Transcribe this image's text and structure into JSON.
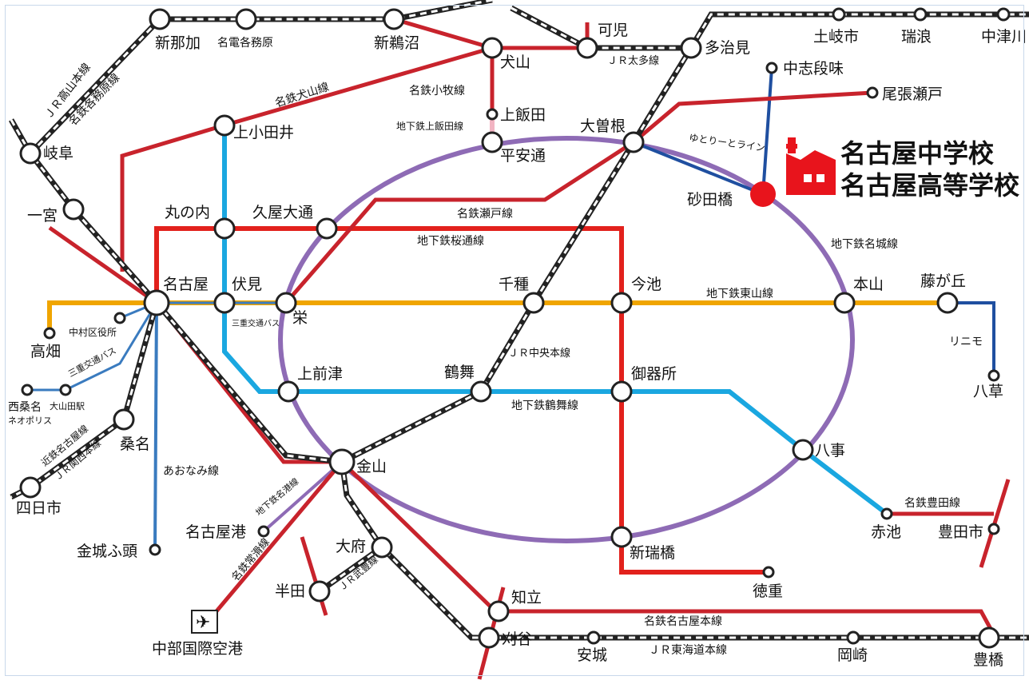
{
  "school": {
    "line1": "名古屋中学校",
    "line2": "名古屋高等学校",
    "station": "砂田橋"
  },
  "stations": {
    "shinnaka": "新那加",
    "meidenkakamigahara": "名電各務原",
    "shinunuma": "新鵜沼",
    "kani": "可児",
    "tajimi": "多治見",
    "tokishi": "土岐市",
    "mizunami": "瑞浪",
    "nakatsugawa": "中津川",
    "inuyama": "犬山",
    "kamiiida": "上飯田",
    "heianddori": "平安通",
    "ozone": "大曽根",
    "nakashidami": "中志段味",
    "owariseto": "尾張瀬戸",
    "gifu": "岐阜",
    "ichinomiya": "一宮",
    "kamiotai": "上小田井",
    "marunouchi": "丸の内",
    "hisayaodori": "久屋大通",
    "nagoya": "名古屋",
    "fushimi": "伏見",
    "sakae": "栄",
    "chikusa": "千種",
    "imaike": "今池",
    "motoyama": "本山",
    "fujigaoka": "藤が丘",
    "yagusa": "八草",
    "takabata": "高畑",
    "nakakuyakusho": "中村区役所",
    "kamimaezu": "上前津",
    "tsurumai": "鶴舞",
    "gokiso": "御器所",
    "yagoto": "八事",
    "akaike": "赤池",
    "toyotashi": "豊田市",
    "nishikuwana": "西桑名",
    "nishikuwana_sub": "ネオポリス",
    "oyamadaeki": "大山田駅",
    "kuwana": "桑名",
    "yokkaichi": "四日市",
    "kanayama": "金山",
    "nagoyako": "名古屋港",
    "kinjofuto": "金城ふ頭",
    "obu": "大府",
    "handa": "半田",
    "chiryu": "知立",
    "kariya": "刈谷",
    "anjo": "安城",
    "okazaki": "岡崎",
    "toyohashi": "豊橋",
    "shinmizuhashi": "新瑞橋",
    "tokushige": "徳重",
    "airport": "中部国際空港"
  },
  "lines": {
    "jr_takayama": "ＪＲ高山本線",
    "meitetsu_kakamigahara": "名鉄各務原線",
    "jr_taita": "ＪＲ太多線",
    "meitetsu_komaki": "名鉄小牧線",
    "kamiiida_line": "地下鉄上飯田線",
    "meitetsu_inuyama": "名鉄犬山線",
    "yutorito": "ゆとりーとライン",
    "meitetsu_seto": "名鉄瀬戸線",
    "sakuradori": "地下鉄桜通線",
    "meijo": "地下鉄名城線",
    "higashiyama": "地下鉄東山線",
    "sanko_bus": "三重交通バス",
    "linimo": "リニモ",
    "jr_chuo": "ＪＲ中央本線",
    "tsurumai_line": "地下鉄鶴舞線",
    "kintetsu": "近鉄名古屋線",
    "jr_kansai": "ＪＲ関西本線",
    "aonami": "あおなみ線",
    "meiko": "地下鉄名港線",
    "meitetsu_toyota": "名鉄豊田線",
    "meitetsu_tokoname": "名鉄常滑線",
    "jr_taketoyo": "ＪＲ武豊線",
    "meitetsu_nagoya": "名鉄名古屋本線",
    "jr_tokaido": "ＪＲ東海道本線",
    "sanko_bus2": "三重交通バス"
  },
  "colors": {
    "meitetsu": "#c8232c",
    "meijo": "#8e6bb5",
    "sakuradori": "#e2211c",
    "higashiyama": "#f0a500",
    "tsurumai": "#1aa7e0",
    "aonami": "#3a7bbf",
    "linimo": "#1f4fa0",
    "yutorito": "#1f4fa0",
    "kamiiida": "#f2b4c2",
    "jr": "#222222",
    "school": "#e8141c"
  }
}
